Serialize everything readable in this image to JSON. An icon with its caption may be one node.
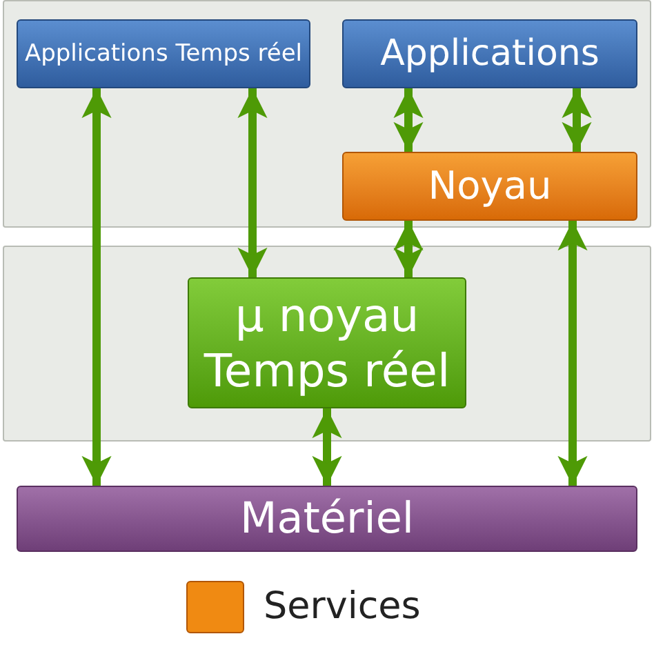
{
  "diagram": {
    "nodes": [
      {
        "text": [
          "Applications Temps réel"
        ]
      },
      {
        "text": [
          "Applications"
        ]
      },
      {
        "text": [
          "Noyau"
        ]
      },
      {
        "text": [
          "µ noyau Temps réel"
        ]
      },
      {
        "text": [
          "Matériel"
        ]
      }
    ],
    "edges": [
      {
        "from": 0,
        "to": 4,
        "arrow": "both"
      },
      {
        "from": 0,
        "to": 3,
        "arrow": "both"
      },
      {
        "from": 1,
        "to": 2,
        "arrow": "both"
      },
      {
        "from": 1,
        "to": 2,
        "arrow": "both"
      },
      {
        "from": 2,
        "to": 3,
        "arrow": "both"
      },
      {
        "from": 2,
        "to": 4,
        "arrow": "both"
      },
      {
        "from": 3,
        "to": 4,
        "arrow": "both"
      }
    ],
    "legend": [
      {
        "text": "Services",
        "color": "#f08a12"
      }
    ]
  }
}
